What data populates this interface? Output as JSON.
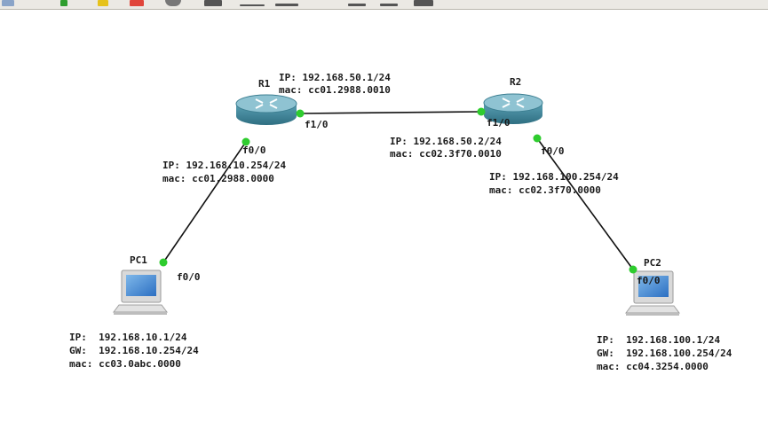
{
  "toolbar": {
    "buttons": [
      {
        "icon": "select-icon",
        "color": "#8aa4c8"
      },
      {
        "icon": "play-icon",
        "color": "#2f9e2f"
      },
      {
        "icon": "star-icon",
        "color": "#e6c21a"
      },
      {
        "icon": "stop-icon",
        "color": "#e0453a"
      },
      {
        "icon": "reload-icon",
        "color": "#777777"
      },
      {
        "icon": "console-icon",
        "color": "#555555"
      },
      {
        "icon": "text-icon",
        "color": "#555555"
      },
      {
        "icon": "capture-icon",
        "color": "#555555"
      },
      {
        "icon": "zoom-in-icon",
        "color": "#555555"
      },
      {
        "icon": "zoom-out-icon",
        "color": "#555555"
      },
      {
        "icon": "screenshot-icon",
        "color": "#555555"
      }
    ]
  },
  "colors": {
    "link": "#111111",
    "port_dot": "#2ecc2e",
    "router_body": "#4a8fa3",
    "router_top": "#8fc3d2"
  },
  "nodes": {
    "r1": {
      "name": "R1"
    },
    "r2": {
      "name": "R2"
    },
    "pc1": {
      "name": "PC1"
    },
    "pc2": {
      "name": "PC2"
    }
  },
  "interfaces": {
    "r1_f10": "f1/0",
    "r1_f00": "f0/0",
    "r2_f10": "f1/0",
    "r2_f00": "f0/0",
    "pc1_f00": "f0/0",
    "pc2_f00": "f0/0"
  },
  "labels": {
    "r1_f10": {
      "ip": "IP: 192.168.50.1/24",
      "mac": "mac: cc01.2988.0010"
    },
    "r2_f10": {
      "ip": "IP: 192.168.50.2/24",
      "mac": "mac: cc02.3f70.0010"
    },
    "r1_f00": {
      "ip": "IP: 192.168.10.254/24",
      "mac": "mac: cc01.2988.0000"
    },
    "r2_f00": {
      "ip": "IP: 192.168.100.254/24",
      "mac": "mac: cc02.3f70.0000"
    },
    "pc1": {
      "ip": "IP:  192.168.10.1/24",
      "gw": "GW:  192.168.10.254/24",
      "mac": "mac: cc03.0abc.0000"
    },
    "pc2": {
      "ip": "IP:  192.168.100.1/24",
      "gw": "GW:  192.168.100.254/24",
      "mac": "mac: cc04.3254.0000"
    }
  }
}
